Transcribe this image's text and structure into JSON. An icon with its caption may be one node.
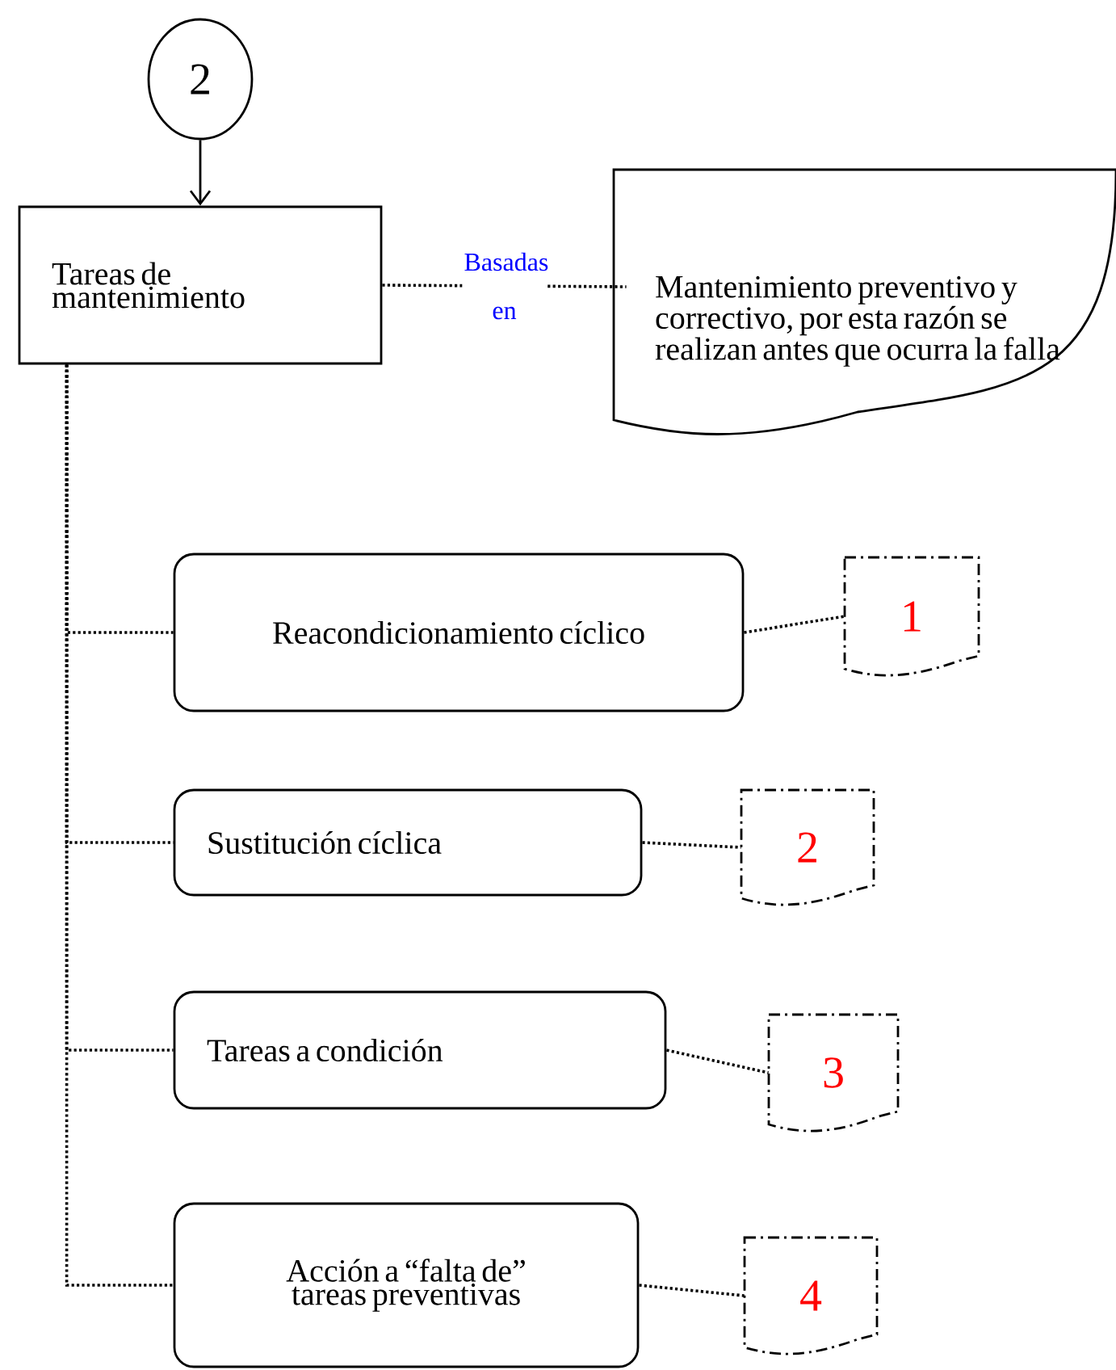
{
  "diagram": {
    "nodes": [
      {
        "text": [
          "2"
        ]
      },
      {
        "text": [
          "Tareas de mantenimiento"
        ]
      },
      {
        "text": [
          "Mantenimiento preventivo y correctivo, por esta razón se realizan antes que ocurra la falla"
        ]
      },
      {
        "text": [
          "Reacondicionamiento cíclico"
        ]
      },
      {
        "text": [
          "1"
        ]
      },
      {
        "text": [
          "Sustitución cíclica"
        ]
      },
      {
        "text": [
          "2"
        ]
      },
      {
        "text": [
          "Tareas a condición"
        ]
      },
      {
        "text": [
          "3"
        ]
      },
      {
        "text": [
          "Acción a “falta de” tareas preventivas"
        ]
      },
      {
        "text": [
          "4"
        ]
      }
    ],
    "edges": [
      {
        "from": 0,
        "to": 1,
        "arrow": "to"
      },
      {
        "from": 1,
        "to": 2,
        "arrow": "none",
        "label": "Basadas en",
        "style": "dashed"
      },
      {
        "from": 1,
        "to": 3,
        "arrow": "none",
        "style": "dashed"
      },
      {
        "from": 1,
        "to": 5,
        "arrow": "none",
        "style": "dashed"
      },
      {
        "from": 1,
        "to": 7,
        "arrow": "none",
        "style": "dashed"
      },
      {
        "from": 1,
        "to": 9,
        "arrow": "none",
        "style": "dashed"
      },
      {
        "from": 3,
        "to": 4,
        "arrow": "none",
        "style": "dashed"
      },
      {
        "from": 5,
        "to": 6,
        "arrow": "none",
        "style": "dashed"
      },
      {
        "from": 7,
        "to": 8,
        "arrow": "none",
        "style": "dashed"
      },
      {
        "from": 9,
        "to": 10,
        "arrow": "none",
        "style": "dashed"
      }
    ]
  }
}
